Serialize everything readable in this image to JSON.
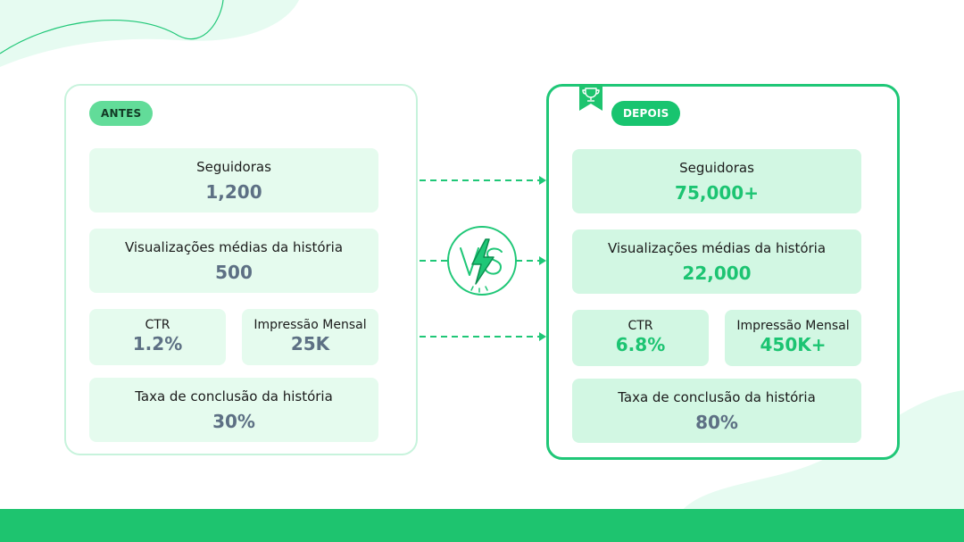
{
  "colors": {
    "accent": "#1fc777",
    "accent_light": "#d2f7e3",
    "before_card_bg": "#e5fbee",
    "before_value": "#5d7084",
    "footer": "#1ec46f"
  },
  "icons": {
    "vs": "vs-lightning-icon",
    "trophy": "trophy-ribbon-icon"
  },
  "before": {
    "badge": "ANTES",
    "followers": {
      "label": "Seguidoras",
      "value": "1,200"
    },
    "story_views": {
      "label": "Visualizações médias da história",
      "value": "500"
    },
    "ctr": {
      "label": "CTR",
      "value": "1.2%"
    },
    "impressions": {
      "label": "Impressão Mensal",
      "value": "25K"
    },
    "completion": {
      "label": "Taxa de conclusão da história",
      "value": "30%"
    }
  },
  "after": {
    "badge": "DEPOIS",
    "followers": {
      "label": "Seguidoras",
      "value": "75,000+"
    },
    "story_views": {
      "label": "Visualizações médias da história",
      "value": "22,000"
    },
    "ctr": {
      "label": "CTR",
      "value": "6.8%"
    },
    "impressions": {
      "label": "Impressão Mensal",
      "value": "450K+"
    },
    "completion": {
      "label": "Taxa de conclusão da história",
      "value": "80%"
    }
  }
}
